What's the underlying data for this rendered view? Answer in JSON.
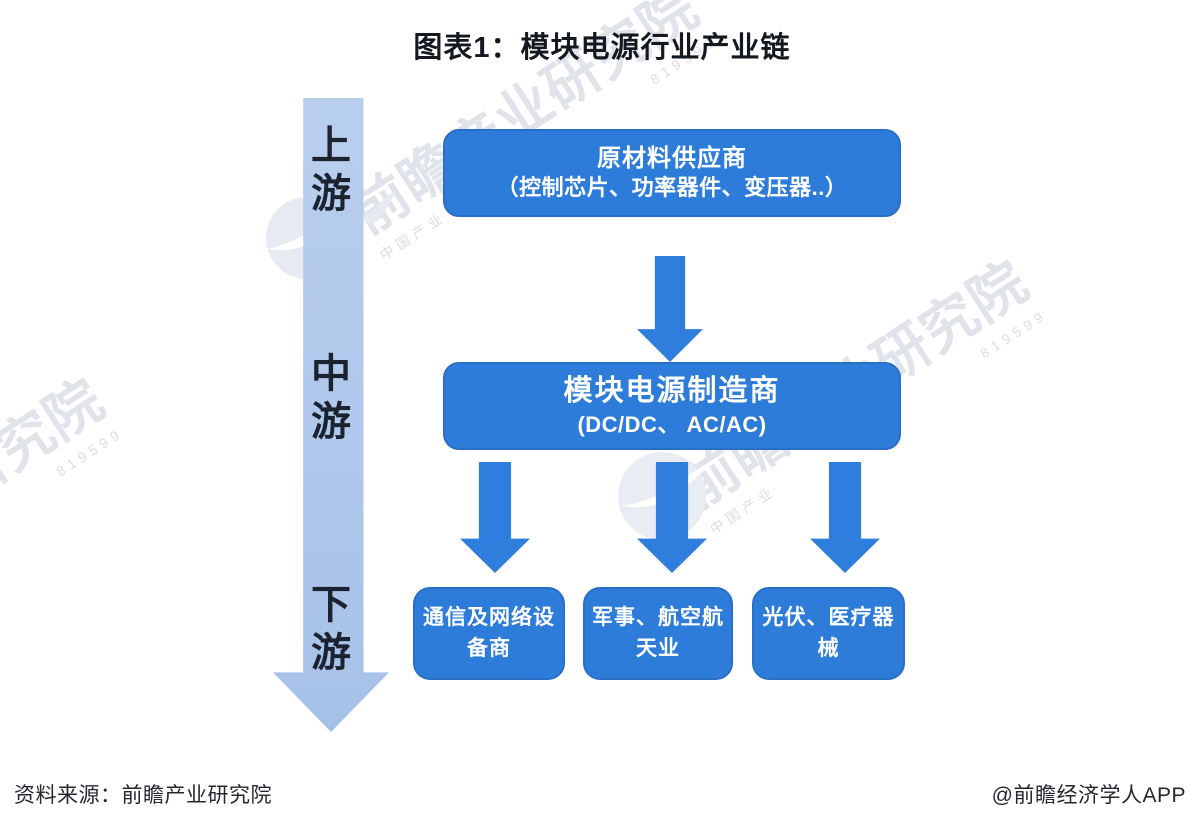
{
  "title": "图表1：模块电源行业产业链",
  "banner": {
    "labels": [
      "上游",
      "中游",
      "下游"
    ]
  },
  "chain": {
    "upstream_box": {
      "line1": "原材料供应商",
      "line2": "（控制芯片、功率器件、变压器..）"
    },
    "midstream_box": {
      "line1": "模块电源制造商",
      "line2": "(DC/DC、 AC/AC)"
    },
    "downstream_boxes": [
      {
        "line1": "通信及网络设",
        "line2": "备商"
      },
      {
        "line1": "军事、航空航",
        "line2": "天业"
      },
      {
        "line1": "光伏、医疗器",
        "line2": "械"
      }
    ]
  },
  "footer": {
    "source": "资料来源：前瞻产业研究院",
    "credit": "@前瞻经济学人APP"
  },
  "watermark": {
    "main": "前瞻产业研究院",
    "sub_left": "中国产业",
    "sub_right": "819599"
  },
  "colors": {
    "box_blue": "#2e7cd9",
    "box_border_blue": "#2a6fc6",
    "arrow_blue": "#2f7edd",
    "banner_light_blue": "#aec6ea",
    "title_text": "#14181f",
    "watermark_gray": "#adb5c6"
  }
}
